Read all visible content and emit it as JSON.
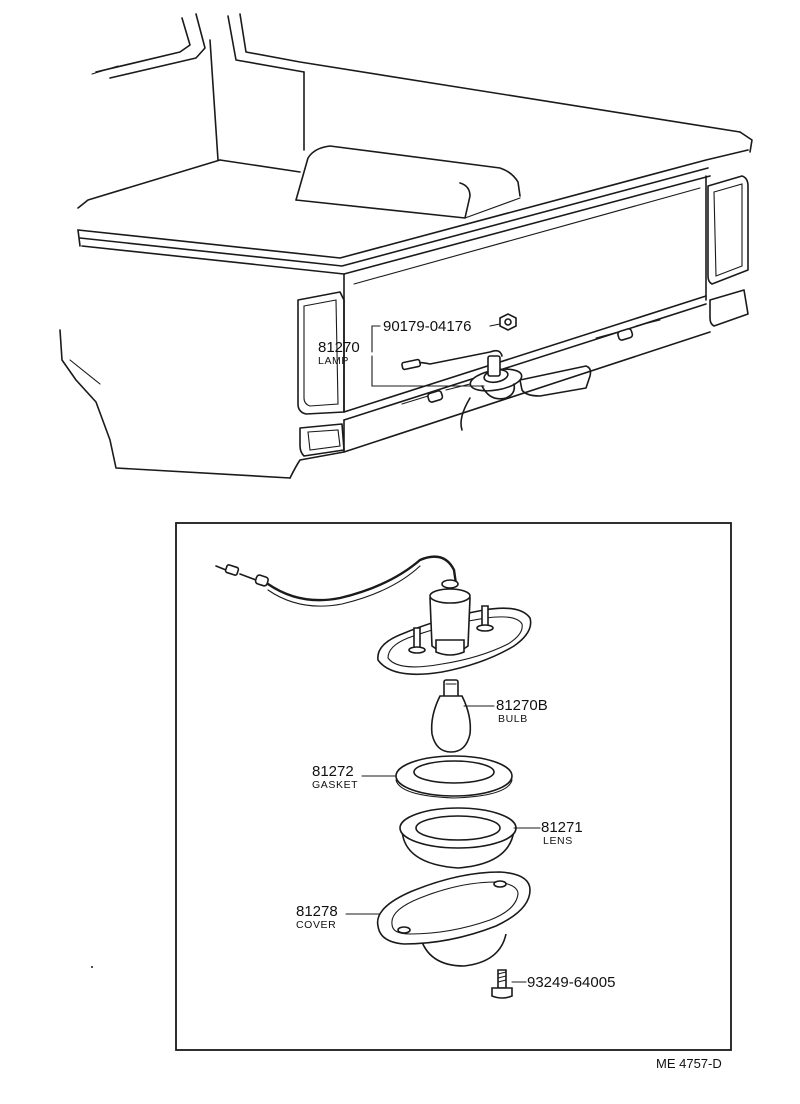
{
  "callouts": {
    "nut": {
      "part_no": "90179-04176"
    },
    "lamp": {
      "part_no": "81270",
      "name": "LAMP"
    },
    "bulb": {
      "part_no": "81270B",
      "name": "BULB"
    },
    "gasket": {
      "part_no": "81272",
      "name": "GASKET"
    },
    "lens": {
      "part_no": "81271",
      "name": "LENS"
    },
    "cover": {
      "part_no": "81278",
      "name": "COVER"
    },
    "screw": {
      "part_no": "93249-64005"
    }
  },
  "reference": "ME 4757-D"
}
